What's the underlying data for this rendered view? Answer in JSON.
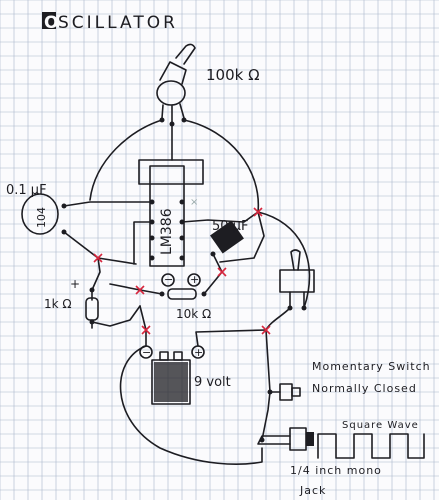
{
  "page": {
    "title": "OSCILLATOR",
    "grid_color": "#aab6cc",
    "ink_color": "#1d1d22",
    "mark_color": "#d7263d"
  },
  "components": {
    "pot_label": "100k Ω",
    "cap_small_label": "0.1 μF",
    "cap_small_body": "104",
    "ic_label": "LM386",
    "cap_large_label": "50 μF",
    "resistor_1k_label": "1k Ω",
    "resistor_10k_label": "10k Ω",
    "battery_label": "9 volt",
    "battery_neg": "−",
    "battery_pos": "+",
    "cap_neg": "−",
    "cap_pos": "+",
    "r1_pos": "+",
    "switch_label_line1": "Momentary Switch",
    "switch_label_line2": "Normally Closed",
    "wave_label": "Square Wave",
    "jack_label_line1": "1/4 inch mono",
    "jack_label_line2": "Jack"
  }
}
